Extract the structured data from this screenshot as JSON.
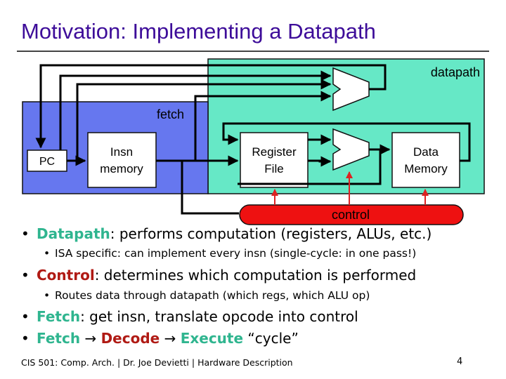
{
  "slide": {
    "title": "Motivation: Implementing a Datapath",
    "page_number": "4"
  },
  "diagram": {
    "datapath_label": "datapath",
    "fetch_label": "fetch",
    "pc_label": "PC",
    "insn_memory_label": [
      "Insn",
      "memory"
    ],
    "register_file_label": [
      "Register",
      "File"
    ],
    "data_memory_label": [
      "Data",
      "Memory"
    ],
    "control_label": "control",
    "colors": {
      "datapath_fill": "#66e8c6",
      "fetch_fill": "#6677ef",
      "control_fill": "#ee1111",
      "control_arrows": "#dd2222"
    }
  },
  "bullets": [
    {
      "keyword": "Datapath",
      "text": ": performs computation (registers, ALUs, etc.)"
    },
    {
      "sub": "ISA specific: can implement every insn (single-cycle: in one pass!)"
    },
    {
      "keyword": "Control",
      "text": ": determines which computation is performed"
    },
    {
      "sub": "Routes data through datapath (which regs, which ALU op)"
    },
    {
      "keyword": "Fetch",
      "text": ": get insn, translate opcode into control"
    }
  ],
  "cycle_line": {
    "fetch": "Fetch",
    "arrow": "→",
    "decode": "Decode",
    "execute": "Execute",
    "cycle": "“cycle”"
  },
  "footer": {
    "course": "CIS 501: Comp. Arch.",
    "sep": "|",
    "author": "Dr. Joe Devietti",
    "topic": "Hardware Description"
  }
}
